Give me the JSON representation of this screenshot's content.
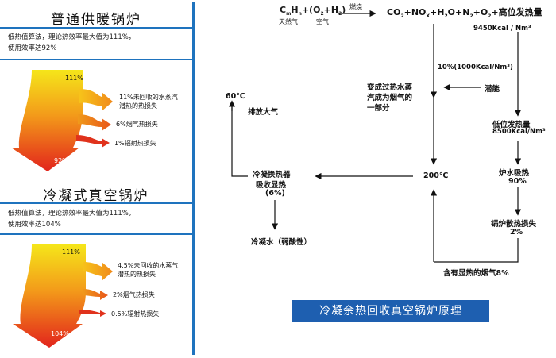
{
  "panel1": {
    "title": "普通供暖锅炉",
    "desc_line1": "低热值算法，理论热效率最大值为111%，",
    "desc_line2": "使用效率达92%",
    "top_pct": "111%",
    "bottom_pct": "92%",
    "loss1": "11%未回收的水蒸汽",
    "loss1b": "潜热的热损失",
    "loss2": "6%烟气热损失",
    "loss3": "1%辐射热损失"
  },
  "panel2": {
    "title": "冷凝式真空锅炉",
    "desc_line1": "低热值算法，理论热效率最大值为111%，",
    "desc_line2": "使用效率达104%",
    "top_pct": "111%",
    "bottom_pct": "104%",
    "loss1": "4.5%未回收的水蒸气",
    "loss1b": "潜热的热损失",
    "loss2": "2%烟气热损失",
    "loss3": "0.5%辐射热损失"
  },
  "flow": {
    "gas_label": "天然气",
    "air_label": "空气",
    "burn_label": "燃烧",
    "output": "高位发热量",
    "output_value": "9450Kcal / Nm³",
    "split": "10%(1000Kcal/Nm³)",
    "latent": "潜能",
    "latent_note_1": "变成过热水蒸",
    "latent_note_2": "汽成为烟气的",
    "latent_note_3": "一部分",
    "low_heat": "低位发热量",
    "low_heat_value": "8500Kcal/Nm³",
    "water_absorb": "炉水吸热",
    "water_absorb_pct": "90%",
    "boiler_loss": "锅炉散热损失",
    "boiler_loss_pct": "2%",
    "flue": "含有显热的烟气8%",
    "temp_200": "200℃",
    "temp_60": "60℃",
    "exhaust": "排放大气",
    "condenser_1": "冷凝换热器",
    "condenser_2": "吸收显热",
    "condenser_3": "(6%)",
    "condensate": "冷凝水（弱酸性）"
  },
  "banner": "冷凝余热回收真空锅炉原理"
}
